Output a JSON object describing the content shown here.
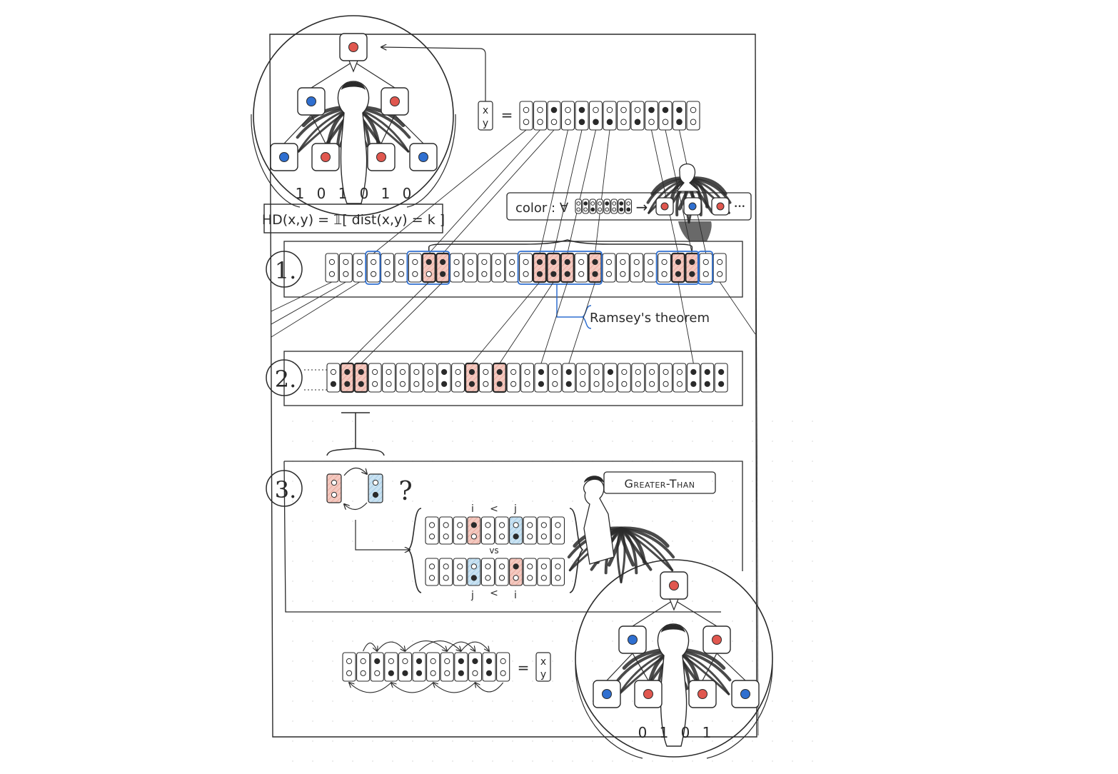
{
  "colors": {
    "ink": "#2a2a2a",
    "red_dot": "#e0574f",
    "blue_dot": "#2f6fd0",
    "red_fill": "#f4c9c0",
    "blue_fill": "#c9e2f2",
    "blue_outline": "#2f6fd0",
    "paper": "#ffffff"
  },
  "top_tree": {
    "leaf_colors": [
      "blue",
      "red",
      "red",
      "blue"
    ],
    "mid_colors": [
      "blue",
      "red"
    ],
    "root_color": "red",
    "bits": [
      "1",
      "0",
      "1",
      "0",
      "1",
      "0"
    ]
  },
  "xy_label": {
    "x": "x",
    "y": "y",
    "equals": "="
  },
  "xy_top": [
    [
      0,
      0
    ],
    [
      0,
      0
    ],
    [
      1,
      0
    ],
    [
      0,
      0
    ],
    [
      1,
      1
    ],
    [
      0,
      1
    ],
    [
      0,
      1
    ],
    [
      0,
      0
    ],
    [
      0,
      1
    ],
    [
      1,
      0
    ],
    [
      1,
      0
    ],
    [
      1,
      1
    ],
    [
      0,
      0
    ]
  ],
  "hd_formula": "HD(x,y) = 𝟙[ dist(x,y) = k ]",
  "color_box": {
    "label": "color : ∀",
    "pattern": [
      [
        0,
        0
      ],
      [
        1,
        0
      ],
      [
        0,
        1
      ],
      [
        0,
        0
      ],
      [
        1,
        0
      ],
      [
        0,
        0
      ],
      [
        1,
        1
      ],
      [
        0,
        1
      ]
    ],
    "arrow": "→",
    "dots": [
      "red",
      "blue",
      "red"
    ],
    "ellipsis": "•••"
  },
  "row1": {
    "label": "1.",
    "cells": [
      [
        0,
        0
      ],
      [
        0,
        0
      ],
      [
        0,
        0
      ],
      [
        0,
        0
      ],
      [
        0,
        0
      ],
      [
        0,
        0
      ],
      [
        0,
        0
      ],
      [
        1,
        0
      ],
      [
        1,
        1
      ],
      [
        0,
        0
      ],
      [
        0,
        0
      ],
      [
        0,
        0
      ],
      [
        0,
        0
      ],
      [
        0,
        0
      ],
      [
        0,
        0
      ],
      [
        1,
        1
      ],
      [
        1,
        1
      ],
      [
        1,
        1
      ],
      [
        0,
        0
      ],
      [
        1,
        1
      ],
      [
        0,
        0
      ],
      [
        0,
        0
      ],
      [
        0,
        0
      ],
      [
        0,
        0
      ],
      [
        0,
        0
      ],
      [
        1,
        1
      ],
      [
        1,
        1
      ],
      [
        0,
        0
      ],
      [
        0,
        0
      ]
    ],
    "red_cells": [
      7,
      8,
      15,
      16,
      17,
      19,
      25,
      26
    ]
  },
  "ramsey_label": "Ramsey's theorem",
  "row2": {
    "label": "2.",
    "cells": [
      [
        0,
        1
      ],
      [
        1,
        1
      ],
      [
        1,
        1
      ],
      [
        0,
        0
      ],
      [
        0,
        0
      ],
      [
        0,
        0
      ],
      [
        0,
        0
      ],
      [
        0,
        0
      ],
      [
        1,
        1
      ],
      [
        0,
        0
      ],
      [
        1,
        1
      ],
      [
        0,
        0
      ],
      [
        1,
        1
      ],
      [
        0,
        0
      ],
      [
        0,
        0
      ],
      [
        1,
        1
      ],
      [
        0,
        0
      ],
      [
        1,
        1
      ],
      [
        0,
        0
      ],
      [
        0,
        0
      ],
      [
        1,
        0
      ],
      [
        0,
        0
      ],
      [
        0,
        0
      ],
      [
        0,
        0
      ],
      [
        0,
        0
      ],
      [
        0,
        0
      ],
      [
        1,
        1
      ],
      [
        1,
        1
      ],
      [
        1,
        1
      ]
    ],
    "red_cells": [
      1,
      2,
      10,
      12
    ]
  },
  "row3": {
    "label": "3.",
    "question": "?",
    "greater_than": "Greater-Than",
    "top_indices": {
      "i": "i",
      "lt": "<",
      "j": "j"
    },
    "vs": "vs",
    "bottom_indices": {
      "j": "j",
      "lt": "<",
      "i": "i"
    },
    "cmp_top": [
      [
        0,
        0
      ],
      [
        0,
        0
      ],
      [
        0,
        0
      ],
      [
        1,
        0
      ],
      [
        0,
        0
      ],
      [
        0,
        0
      ],
      [
        0,
        1
      ],
      [
        0,
        0
      ],
      [
        0,
        0
      ],
      [
        0,
        0
      ]
    ],
    "cmp_bottom": [
      [
        0,
        0
      ],
      [
        0,
        0
      ],
      [
        0,
        0
      ],
      [
        0,
        1
      ],
      [
        0,
        0
      ],
      [
        0,
        0
      ],
      [
        1,
        0
      ],
      [
        0,
        0
      ],
      [
        0,
        0
      ],
      [
        0,
        0
      ]
    ]
  },
  "bottom_row": {
    "cells": [
      [
        0,
        0
      ],
      [
        0,
        0
      ],
      [
        1,
        0
      ],
      [
        0,
        1
      ],
      [
        0,
        1
      ],
      [
        1,
        1
      ],
      [
        0,
        0
      ],
      [
        0,
        0
      ],
      [
        1,
        1
      ],
      [
        1,
        0
      ],
      [
        1,
        1
      ],
      [
        0,
        0
      ]
    ],
    "equals": "=",
    "x": "x",
    "y": "y"
  },
  "bottom_tree": {
    "leaf_colors": [
      "blue",
      "red",
      "red",
      "blue"
    ],
    "mid_colors": [
      "blue",
      "red"
    ],
    "root_color": "red",
    "bits": [
      "0",
      "1",
      "0",
      "1"
    ]
  }
}
